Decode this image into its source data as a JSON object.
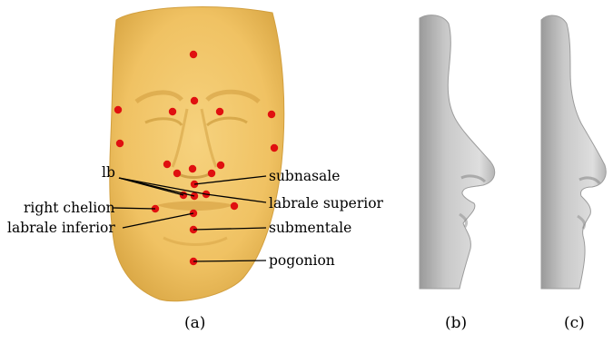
{
  "figure": {
    "labels": {
      "lb": "lb",
      "subnasale": "subnasale",
      "labrale_superior": "labrale superior",
      "right_chelion": "right chelion",
      "labrale_inferior": "labrale inferior",
      "submentale": "submentale",
      "pogonion": "pogonion"
    },
    "captions": [
      "(a)",
      "(b)",
      "(c)"
    ],
    "colors": {
      "face": "#f2c76b",
      "face_shadow": "#d9a948",
      "landmark": "#e01010",
      "profile": "#d4d4d4",
      "profile_shadow": "#8a8a8a"
    }
  }
}
